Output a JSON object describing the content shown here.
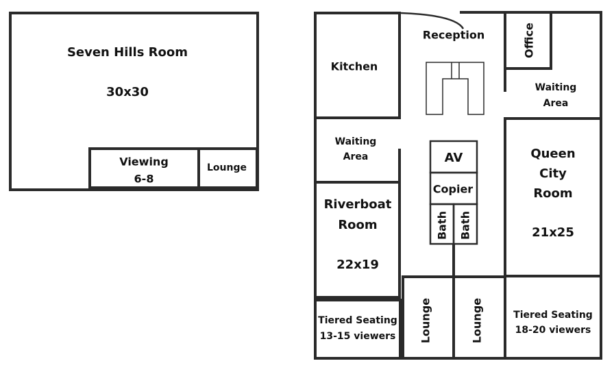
{
  "left_plan": {
    "seven_hills": {
      "name": "Seven Hills Room",
      "size": "30x30"
    },
    "viewing": {
      "name": "Viewing",
      "capacity": "6-8"
    },
    "lounge": "Lounge"
  },
  "right_plan": {
    "reception": "Reception",
    "office": "Office",
    "kitchen": "Kitchen",
    "waiting_right": {
      "line1": "Waiting",
      "line2": "Area"
    },
    "waiting_left": {
      "line1": "Waiting",
      "line2": "Area"
    },
    "av": "AV",
    "copier": "Copier",
    "bath_1": "Bath",
    "bath_2": "Bath",
    "queen_city": {
      "line1": "Queen",
      "line2": "City",
      "line3": "Room",
      "size": "21x25"
    },
    "riverboat": {
      "line1": "Riverboat",
      "line2": "Room",
      "size": "22x19"
    },
    "tiered_left": {
      "line1": "Tiered Seating",
      "line2": "13-15 viewers"
    },
    "lounge_1": "Lounge",
    "lounge_2": "Lounge",
    "tiered_right": {
      "line1": "Tiered Seating",
      "line2": "18-20 viewers"
    }
  }
}
